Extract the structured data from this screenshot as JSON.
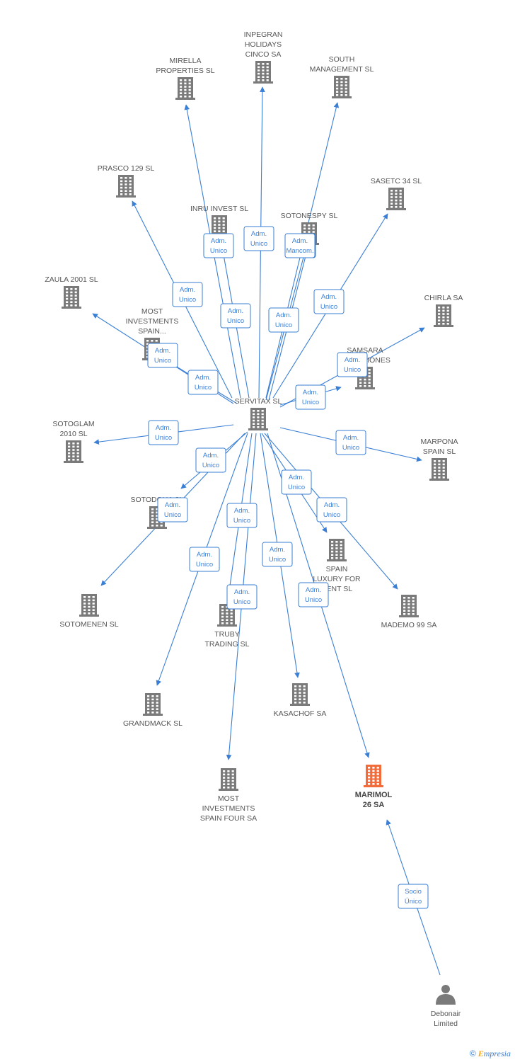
{
  "colors": {
    "edge": "#3a7fd6",
    "node": "#7a7a7a",
    "focus": "#f26b3a",
    "person": "#7a7a7a"
  },
  "graph": {
    "nodes": [
      {
        "id": "servitax",
        "type": "company",
        "label": [
          "SERVITAX SL"
        ]
      },
      {
        "id": "mirella",
        "type": "company",
        "label": [
          "MIRELLA",
          "PROPERTIES SL"
        ]
      },
      {
        "id": "inpegran",
        "type": "company",
        "label": [
          "INPEGRAN",
          "HOLIDAYS",
          "CINCO SA"
        ]
      },
      {
        "id": "south",
        "type": "company",
        "label": [
          "SOUTH",
          "MANAGEMENT SL"
        ]
      },
      {
        "id": "prasco",
        "type": "company",
        "label": [
          "PRASCO 129 SL"
        ]
      },
      {
        "id": "sasetc",
        "type": "company",
        "label": [
          "SASETC 34  SL"
        ]
      },
      {
        "id": "inru",
        "type": "company",
        "label": [
          "INRU INVEST  SL"
        ]
      },
      {
        "id": "sotonespy",
        "type": "company",
        "label": [
          "SOTONESPY  SL"
        ]
      },
      {
        "id": "zaula",
        "type": "company",
        "label": [
          "ZAULA 2001  SL"
        ]
      },
      {
        "id": "chirla",
        "type": "company",
        "label": [
          "CHIRLA SA"
        ]
      },
      {
        "id": "mostspain",
        "type": "company",
        "label": [
          "MOST",
          "INVESTMENTS",
          "SPAIN..."
        ]
      },
      {
        "id": "samsara",
        "type": "company",
        "label": [
          "SAMSARA",
          "INVERSIONES"
        ]
      },
      {
        "id": "sotoglam",
        "type": "company",
        "label": [
          "SOTOGLAM",
          "2010 SL"
        ]
      },
      {
        "id": "marpona",
        "type": "company",
        "label": [
          "MARPONA",
          "SPAIN SL"
        ]
      },
      {
        "id": "sotodoha",
        "type": "company",
        "label": [
          "SOTODOHA  SL"
        ]
      },
      {
        "id": "spainluxury",
        "type": "company",
        "label": [
          "SPAIN",
          "LUXURY FOR",
          "RENT  SL"
        ]
      },
      {
        "id": "sotomenen",
        "type": "company",
        "label": [
          "SOTOMENEN  SL"
        ]
      },
      {
        "id": "mademo",
        "type": "company",
        "label": [
          "MADEMO 99 SA"
        ]
      },
      {
        "id": "truby",
        "type": "company",
        "label": [
          "TRUBY",
          "TRADING SL"
        ]
      },
      {
        "id": "grandmack",
        "type": "company",
        "label": [
          "GRANDMACK SL"
        ]
      },
      {
        "id": "kasachof",
        "type": "company",
        "label": [
          "KASACHOF SA"
        ]
      },
      {
        "id": "mostfour",
        "type": "company",
        "label": [
          "MOST",
          "INVESTMENTS",
          "SPAIN FOUR SA"
        ]
      },
      {
        "id": "marimol",
        "type": "focus",
        "label": [
          "MARIMOL",
          "26 SA"
        ]
      },
      {
        "id": "debonair",
        "type": "person",
        "label": [
          "Debonair",
          "Limited"
        ]
      }
    ],
    "edges": [
      {
        "from": "servitax",
        "to": "mirella",
        "label": [
          "Adm.",
          "Unico"
        ]
      },
      {
        "from": "servitax",
        "to": "inpegran",
        "label": [
          "Adm.",
          "Unico"
        ]
      },
      {
        "from": "servitax",
        "to": "south",
        "label": [
          "Adm.",
          "Unico"
        ]
      },
      {
        "from": "servitax",
        "to": "prasco",
        "label": [
          "Adm.",
          "Unico"
        ]
      },
      {
        "from": "servitax",
        "to": "sasetc",
        "label": [
          "Adm.",
          "Unico"
        ]
      },
      {
        "from": "servitax",
        "to": "inru",
        "label": [
          "Adm.",
          "Unico"
        ]
      },
      {
        "from": "servitax",
        "to": "sotonespy",
        "label": [
          "Adm.",
          "Mancom."
        ]
      },
      {
        "from": "servitax",
        "to": "sotonespy",
        "label": [
          "Adm.",
          "Unico"
        ]
      },
      {
        "from": "servitax",
        "to": "zaula",
        "label": [
          "Adm.",
          "Unico"
        ]
      },
      {
        "from": "servitax",
        "to": "mostspain",
        "label": [
          "Adm.",
          "Unico"
        ]
      },
      {
        "from": "servitax",
        "to": "chirla",
        "label": [
          "Adm.",
          "Unico"
        ]
      },
      {
        "from": "servitax",
        "to": "samsara",
        "label": [
          "Adm.",
          "Unico"
        ]
      },
      {
        "from": "servitax",
        "to": "sotoglam",
        "label": [
          "Adm.",
          "Unico"
        ]
      },
      {
        "from": "servitax",
        "to": "marpona",
        "label": [
          "Adm.",
          "Unico"
        ]
      },
      {
        "from": "servitax",
        "to": "sotodoha",
        "label": [
          "Adm.",
          "Unico"
        ]
      },
      {
        "from": "servitax",
        "to": "sotomenen",
        "label": [
          "Adm.",
          "Unico"
        ]
      },
      {
        "from": "servitax",
        "to": "spainluxury",
        "label": [
          "Adm.",
          "Unico"
        ]
      },
      {
        "from": "servitax",
        "to": "mademo",
        "label": [
          "Adm.",
          "Unico"
        ]
      },
      {
        "from": "servitax",
        "to": "truby",
        "label": [
          "Adm.",
          "Unico"
        ]
      },
      {
        "from": "servitax",
        "to": "grandmack",
        "label": [
          "Adm.",
          "Unico"
        ]
      },
      {
        "from": "servitax",
        "to": "kasachof",
        "label": [
          "Adm.",
          "Unico"
        ]
      },
      {
        "from": "servitax",
        "to": "mostfour",
        "label": [
          "Adm.",
          "Unico"
        ]
      },
      {
        "from": "servitax",
        "to": "marimol",
        "label": [
          "Adm.",
          "Unico"
        ]
      },
      {
        "from": "debonair",
        "to": "marimol",
        "label": [
          "Socio",
          "Único"
        ]
      }
    ]
  },
  "watermark": {
    "copyright": "©",
    "brand_initial": "E",
    "brand_rest": "mpresia"
  }
}
